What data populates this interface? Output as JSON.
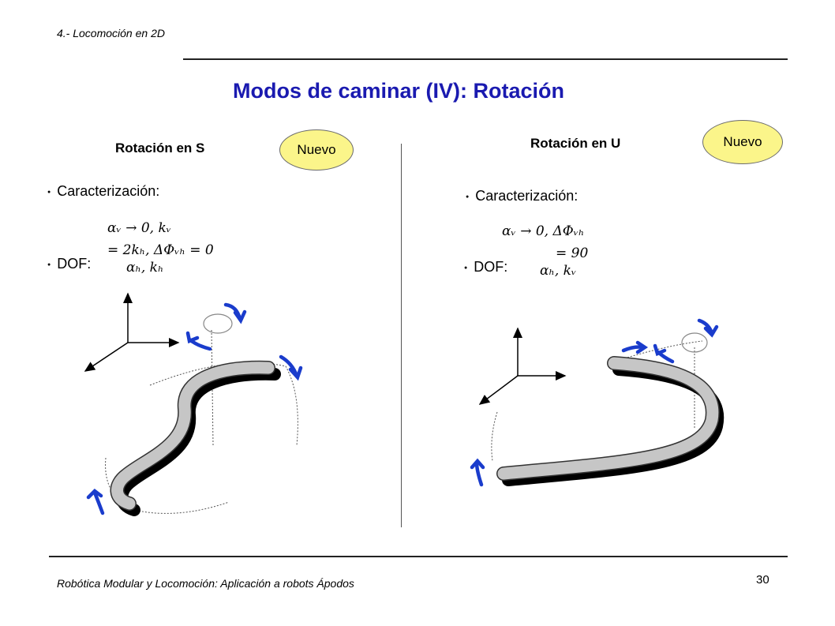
{
  "header": {
    "section": "4.- Locomoción en 2D"
  },
  "slide": {
    "title": "Modos de caminar (IV): Rotación"
  },
  "left": {
    "heading": "Rotación en S",
    "badge": "Nuevo",
    "bullet1": "Caracterización:",
    "formula_line1": "αᵥ → 0, kᵥ",
    "formula_line2": "= 2kₕ, ΔΦᵥₕ = 0",
    "bullet2": "DOF:",
    "dof": "αₕ, kₕ"
  },
  "right": {
    "heading": "Rotación en U",
    "badge": "Nuevo",
    "bullet1": "Caracterización:",
    "formula_line1": "αᵥ → 0, ΔΦᵥₕ",
    "formula_line2": "= 90",
    "bullet2": "DOF:",
    "dof": "αₕ, kᵥ"
  },
  "footer": {
    "text": "Robótica Modular y Locomoción: Aplicación a robots Ápodos",
    "page": "30"
  },
  "colors": {
    "title": "#1a1ab0",
    "badge_fill": "#fbf58a",
    "arrow": "#1a3ccc",
    "robot_body": "#c6c6c6",
    "robot_shadow": "#000000"
  }
}
